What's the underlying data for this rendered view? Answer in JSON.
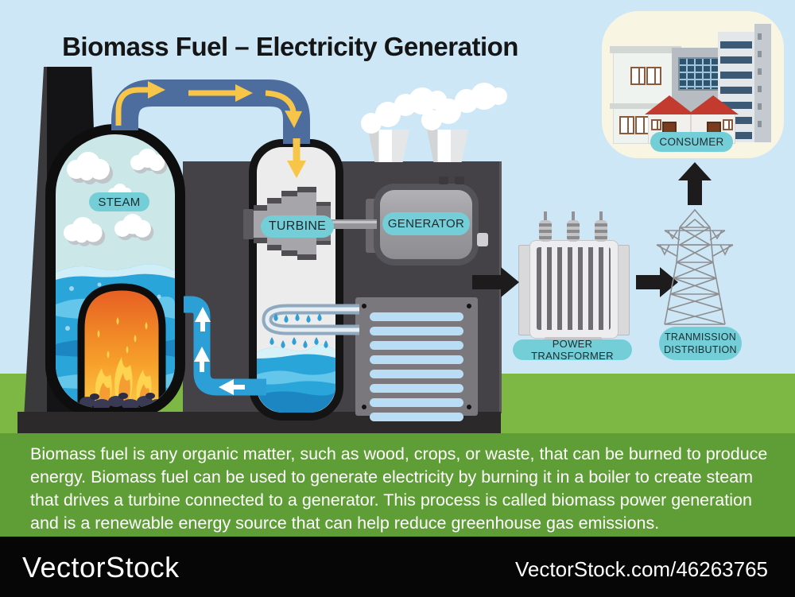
{
  "title": "Biomass Fuel – Electricity Generation",
  "diagram": {
    "labels": {
      "steam": "STEAM",
      "turbine": "TURBINE",
      "generator": "GENERATOR",
      "power_transformer": "POWER TRANSFORMER",
      "transmission_line1": "TRANMISSION",
      "transmission_line2": "DISTRIBUTION",
      "consumer": "CONSUMER"
    }
  },
  "description": "Biomass fuel is any organic matter, such as wood, crops, or waste, that can be burned to produce energy. Biomass fuel can be used to generate electricity by burning it in a boiler to create steam that drives a turbine connected to a generator. This process is called biomass power generation and is a renewable energy source that can help reduce greenhouse gas emissions.",
  "footer": {
    "brand": "VectorStock",
    "credit": "VectorStock.com/46263765"
  },
  "colors": {
    "sky": "#cde7f6",
    "grass": "#7cb843",
    "panel_green": "#5f9e36",
    "label_pill": "#74ced8",
    "steam_pipe": "#4c6d9e",
    "arrow_yellow": "#f7c548",
    "water_blue": "#29a5da",
    "return_pipe": "#2b9fd6",
    "factory_gray": "#454247",
    "flow_arrow": "#1d1b1c",
    "fire_top": "#e65c23",
    "fire_bottom": "#fcc844",
    "consumer_bg": "#f8f5e3",
    "roof_red": "#c23b2e",
    "footer_bg": "#060606"
  }
}
